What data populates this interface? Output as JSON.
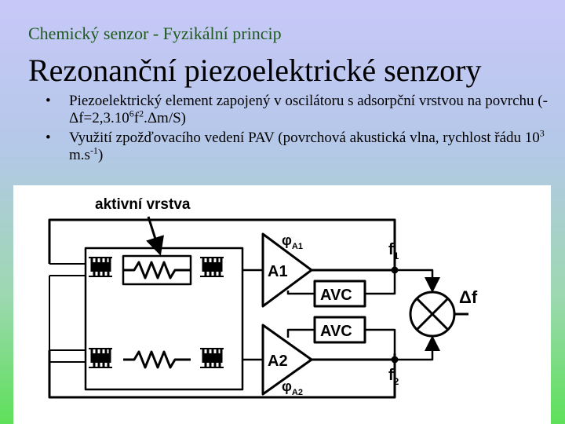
{
  "header": {
    "subtitle": "Chemický senzor - Fyzikální princip",
    "title": "Rezonanční piezoelektrické senzory"
  },
  "bullets": [
    {
      "marker": "•",
      "t1": "Piezoelektrický element zapojený v oscilátoru s adsorpční vrstvou na povrchu (-Δf=2,3.10",
      "s1": "6",
      "t2": "f",
      "s2": "2",
      "t3": ".Δm/S)"
    },
    {
      "marker": "•",
      "t1": "Využití zpožďovacího vedení PAV (povrchová akustická vlna, rychlost řádu 10",
      "s1": "3",
      "t2": " m.s",
      "s2": "-1",
      "t3": ")"
    }
  ],
  "diagram": {
    "active_layer_label": "aktivní vrstva",
    "amp1": "A1",
    "amp2": "A2",
    "avc1": "AVC",
    "avc2": "AVC",
    "phi1": "φ",
    "phi1_sub": "A1",
    "phi2": "φ",
    "phi2_sub": "A2",
    "f1": "f",
    "f1_sub": "1",
    "f2": "f",
    "f2_sub": "2",
    "delta_f": "Δf"
  }
}
